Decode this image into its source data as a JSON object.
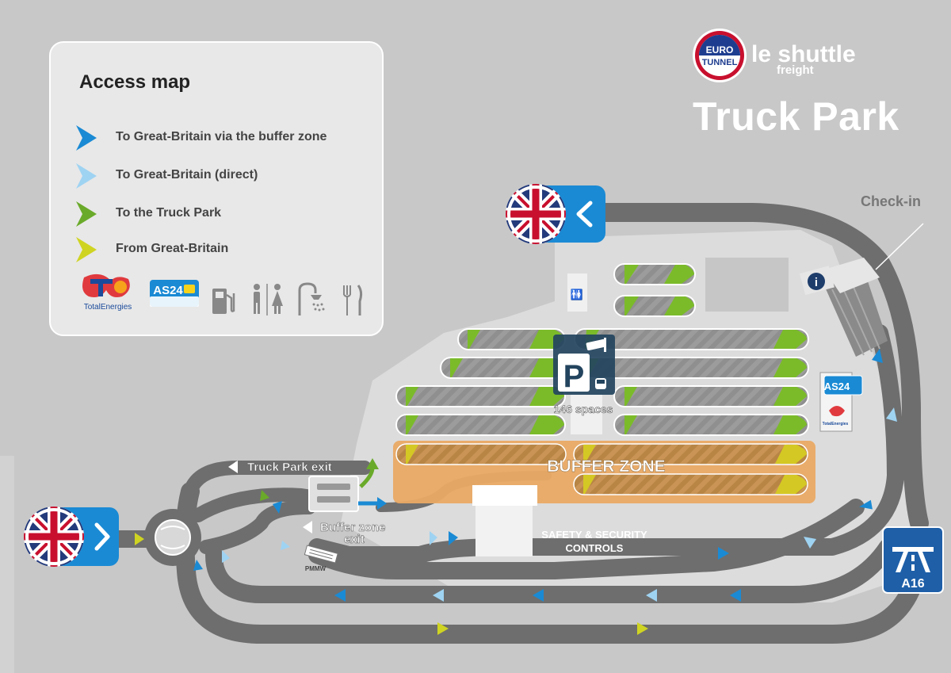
{
  "brand": {
    "logo_top": "EURO",
    "logo_bottom": "TUNNEL",
    "product": "le shuttle",
    "product_sub": "freight"
  },
  "page_title": "Truck Park",
  "legend": {
    "title": "Access map",
    "items": [
      {
        "label": "To Great-Britain via the buffer zone",
        "color": "#1a8ad4"
      },
      {
        "label": "To Great-Britain (direct)",
        "color": "#9fd3f2"
      },
      {
        "label": "To the Truck Park",
        "color": "#6aaa2a"
      },
      {
        "label": "From Great-Britain",
        "color": "#cfd422"
      }
    ],
    "brands": {
      "totalenergies": "TotalEnergies",
      "as24": "AS24"
    },
    "amenities": [
      "fuel-pump-icon",
      "toilets-icon",
      "shower-icon",
      "restaurant-icon"
    ]
  },
  "map": {
    "checkin": "Check-in",
    "parking_count": "146 spaces",
    "parking_letter": "P",
    "buffer_zone": "BUFFER ZONE",
    "truck_park_exit": "Truck Park exit",
    "buffer_zone_exit_1": "Buffer zone",
    "buffer_zone_exit_2": "exit",
    "controls_1": "SAFETY & SECURITY",
    "controls_2": "CONTROLS",
    "pmmw": "PMMW",
    "motorway": "A16",
    "station_as24": "AS24",
    "station_total": "TotalEnergies"
  },
  "colors": {
    "background": "#c8c8c8",
    "area": "#dcdcdc",
    "road": "#6e6e6e",
    "gb_blue": "#1a8ad4",
    "light_blue": "#9fd3f2",
    "green": "#6aaa2a",
    "yellow_green": "#cfd422",
    "buffer": "#e8a862",
    "motorway": "#1e5fa8"
  }
}
